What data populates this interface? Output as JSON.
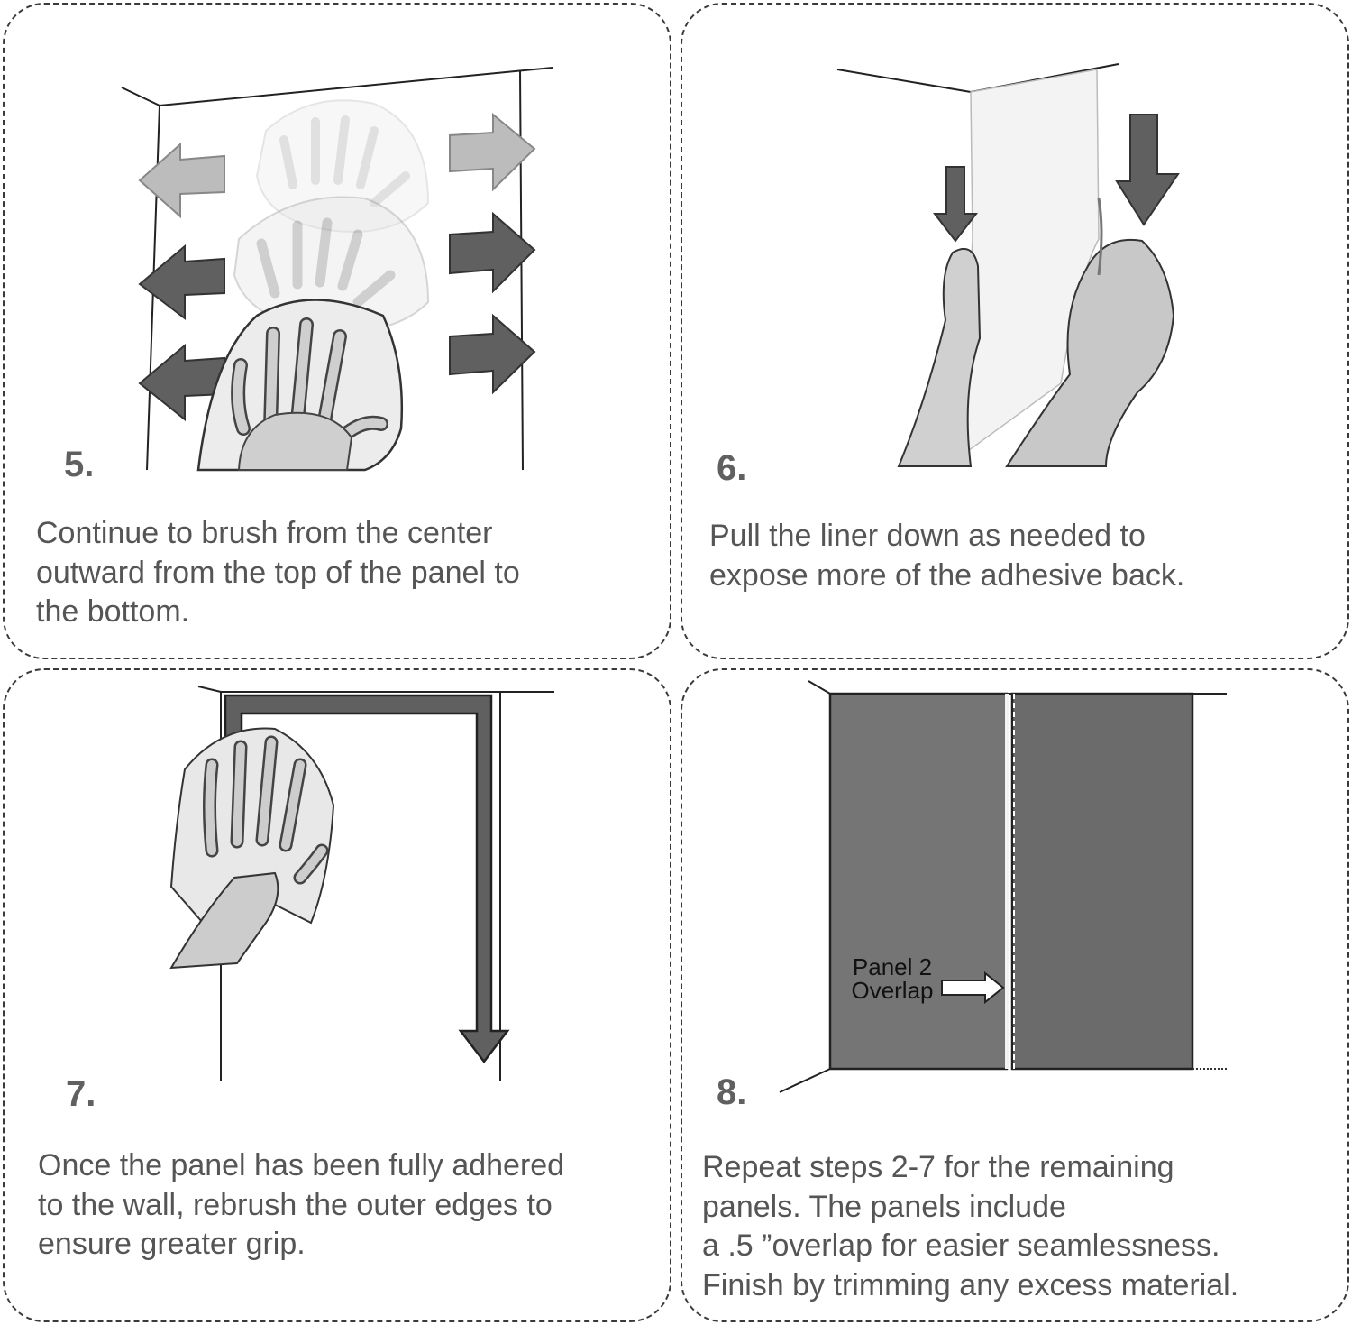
{
  "steps": [
    {
      "number": "5.",
      "text": "Continue to brush from the center\noutward from the top of the panel to\nthe bottom."
    },
    {
      "number": "6.",
      "text": "Pull the liner down as needed to\nexpose more of the adhesive back."
    },
    {
      "number": "7.",
      "text": "Once the panel has been fully adhered\nto the wall, rebrush the outer edges to\nensure greater grip."
    },
    {
      "number": "8.",
      "text": "Repeat steps 2-7 for the remaining\npanels. The panels include\na .5 ”overlap for easier seamlessness.\nFinish by trimming any excess material.",
      "diagram_label_line1": "Panel 2",
      "diagram_label_line2": "Overlap"
    }
  ],
  "colors": {
    "panel": "#757575",
    "arrow_dark": "#606060",
    "arrow_light": "#bcbcbc",
    "text": "#555555",
    "number": "#606060"
  }
}
